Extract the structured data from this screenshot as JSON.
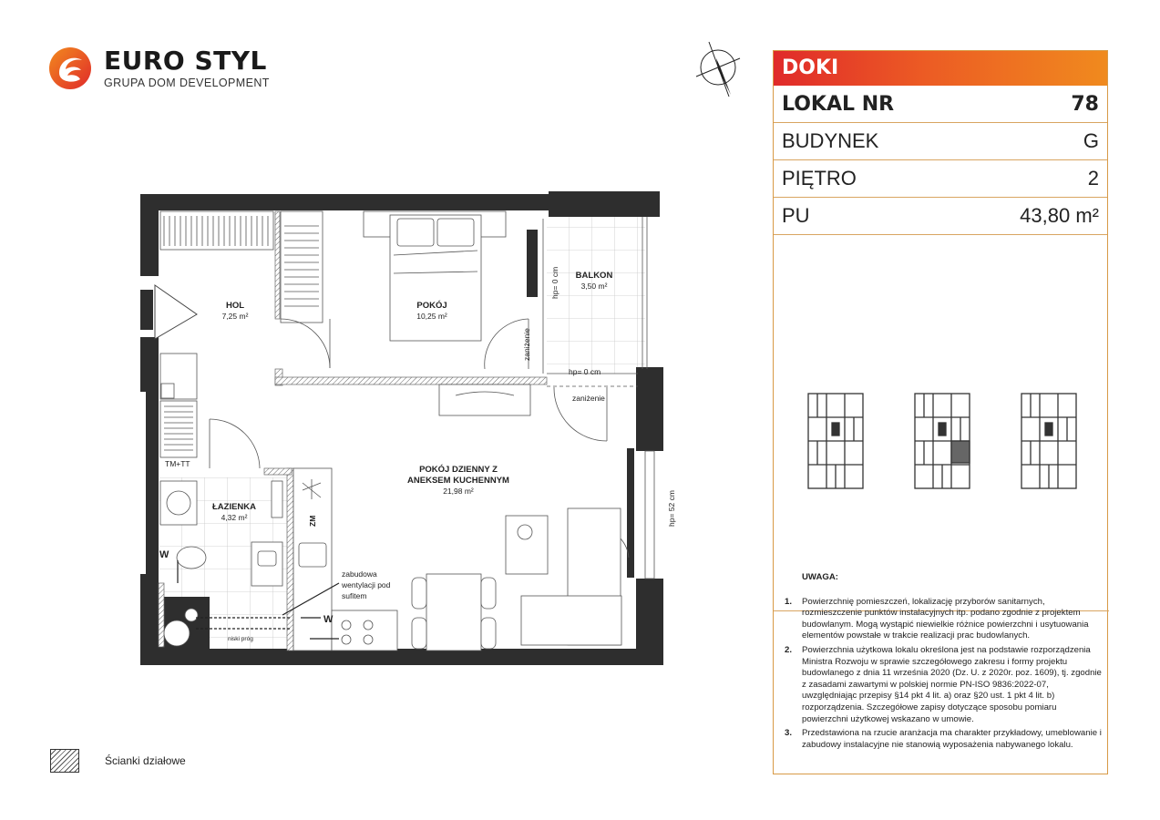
{
  "brand": {
    "name": "EURO STYL",
    "tagline": "GRUPA DOM DEVELOPMENT",
    "colors": {
      "red": "#e02a2a",
      "orange": "#f08a1e",
      "border": "#d89a46"
    }
  },
  "card": {
    "investment": "DOKI",
    "rows": [
      {
        "label": "LOKAL NR",
        "value": "78"
      },
      {
        "label": "BUDYNEK",
        "value": "G"
      },
      {
        "label": "PIĘTRO",
        "value": "2"
      },
      {
        "label": "PU",
        "value": "43,80 m²"
      }
    ]
  },
  "plan": {
    "rooms": [
      {
        "name": "HOL",
        "area": "7,25 m²"
      },
      {
        "name": "POKÓJ",
        "area": "10,25 m²"
      },
      {
        "name": "BALKON",
        "area": "3,50 m²"
      },
      {
        "name1": "POKÓJ DZIENNY Z",
        "name2": "ANEKSEM KUCHENNYM",
        "area": "21,98 m²"
      },
      {
        "name": "ŁAZIENKA",
        "area": "4,32 m²"
      }
    ],
    "labels": {
      "hp0a": "hp= 0 cm",
      "hp0b": "hp= 0 cm",
      "hp52": "hp= 52 cm",
      "zanizenie1": "zaniżenie",
      "zanizenie2": "zaniżenie",
      "tm": "TM+TT",
      "zm": "ZM",
      "vent1": "zabudowa",
      "vent2": "wentylacji pod",
      "vent3": "sufitem",
      "w1": "W",
      "w2": "W",
      "niski": "niski próg"
    }
  },
  "legend": {
    "label": "Ścianki działowe"
  },
  "notes": {
    "title": "UWAGA:",
    "items": [
      {
        "n": "1.",
        "text": "Powierzchnię pomieszczeń, lokalizację przyborów sanitarnych, rozmieszczenie punktów instalacyjnych itp. podano zgodnie z projektem budowlanym. Mogą wystąpić niewielkie różnice powierzchni i usytuowania elementów powstałe w trakcie realizacji prac budowlanych."
      },
      {
        "n": "2.",
        "text": "Powierzchnia użytkowa lokalu określona jest na podstawie rozporządzenia Ministra Rozwoju w sprawie szczegółowego zakresu i formy projektu budowlanego z dnia 11 września 2020 (Dz. U. z 2020r. poz. 1609), tj. zgodnie z zasadami zawartymi w polskiej normie PN-ISO 9836:2022-07, uwzględniając przepisy §14 pkt 4 lit. a) oraz §20 ust. 1 pkt 4 lit. b) rozporządzenia. Szczegółowe zapisy dotyczące sposobu pomiaru powierzchni użytkowej wskazano w umowie."
      },
      {
        "n": "3.",
        "text": "Przedstawiona na rzucie aranżacja ma charakter przykładowy, umeblowanie i zabudowy instalacyjne nie stanowią wyposażenia nabywanego lokalu."
      }
    ]
  }
}
